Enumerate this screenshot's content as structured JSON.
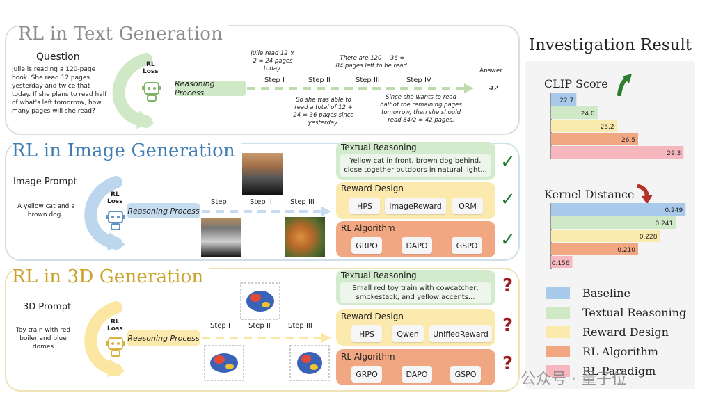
{
  "text_panel": {
    "title": "RL in Text Generation",
    "question_label": "Question",
    "question_text": "Julie is reading a 120-page book. She read 12 pages yesterday and twice that today. If she plans to read half of what's left tomorrow, how many pages will she read?",
    "rl_loss": "RL\nLoss",
    "reasoning": "Reasoning Process",
    "steps": [
      "Step I",
      "Step II",
      "Step III",
      "Step IV"
    ],
    "note_top_1": "Julie read 12 ×\n2 = 24 pages\ntoday.",
    "note_top_2": "There are 120 − 36 =\n84 pages left to be read.",
    "note_bottom_1": "So she was able to\nread a total of 12 +\n24 = 36 pages since\nyesterday.",
    "note_bottom_2": "Since she wants to read\nhalf of the remaining pages\ntomorrow, then she should\nread 84/2 = 42 pages.",
    "answer_label": "Answer",
    "answer_value": "42"
  },
  "image_panel": {
    "title": "RL in Image Generation",
    "prompt_label": "Image Prompt",
    "prompt_text": "A yellow cat and a\nbrown dog.",
    "rl_loss": "RL\nLoss",
    "reasoning": "Reasoning Process",
    "steps": [
      "Step I",
      "Step II",
      "Step III"
    ],
    "textual_reasoning_label": "Textual Reasoning",
    "textual_reasoning_text": "Yellow cat in front, brown dog behind,\nclose together outdoors in natural light...",
    "reward_design_label": "Reward Design",
    "reward_chips": [
      "HPS",
      "ImageReward",
      "ORM"
    ],
    "rl_algorithm_label": "RL Algorithm",
    "algo_chips": [
      "GRPO",
      "DAPO",
      "GSPO"
    ],
    "check": "✓"
  },
  "threed_panel": {
    "title": "RL in 3D Generation",
    "prompt_label": "3D Prompt",
    "prompt_text": "Toy train with red\nboiler and blue\ndomes",
    "rl_loss": "RL\nLoss",
    "reasoning": "Reasoning Process",
    "steps": [
      "Step I",
      "Step II",
      "Step III"
    ],
    "textual_reasoning_label": "Textual Reasoning",
    "textual_reasoning_text": "Small red toy train with cowcatcher,\nsmokestack, and yellow accents...",
    "reward_design_label": "Reward Design",
    "reward_chips": [
      "HPS",
      "Qwen",
      "UnifiedReward"
    ],
    "rl_algorithm_label": "RL Algorithm",
    "algo_chips": [
      "GRPO",
      "DAPO",
      "GSPO"
    ],
    "qmark": "?"
  },
  "investigation": {
    "title": "Investigation Result",
    "clip_label": "CLIP Score",
    "kernel_label": "Kernel Distance",
    "legend": [
      "Baseline",
      "Textual Reasoning",
      "Reward Design",
      "RL Algorithm",
      "RL Paradigm"
    ],
    "watermark": "公众号 · 量子位"
  },
  "colors": {
    "baseline": "#a9c9ea",
    "textual": "#cfe8c6",
    "reward": "#fbeaae",
    "algorithm": "#f2a783",
    "paradigm": "#f6b7bf",
    "up_arrow": "#2d7d32",
    "down_arrow": "#b3332b"
  },
  "chart_data": [
    {
      "type": "bar",
      "title": "CLIP Score",
      "categories": [
        "Baseline",
        "Textual Reasoning",
        "Reward Design",
        "RL Algorithm",
        "RL Paradigm"
      ],
      "values": [
        22.7,
        24.0,
        25.2,
        26.5,
        29.3
      ],
      "value_labels": [
        "22.7",
        "24.0",
        "25.2",
        "26.5",
        "29.3"
      ],
      "orientation": "horizontal"
    },
    {
      "type": "bar",
      "title": "Kernel Distance",
      "categories": [
        "Baseline",
        "Textual Reasoning",
        "Reward Design",
        "RL Algorithm",
        "RL Paradigm"
      ],
      "values": [
        0.249,
        0.241,
        0.228,
        0.21,
        0.156
      ],
      "value_labels": [
        "0.249",
        "0.241",
        "0.228",
        "0.210",
        "0.156"
      ],
      "orientation": "horizontal"
    }
  ]
}
